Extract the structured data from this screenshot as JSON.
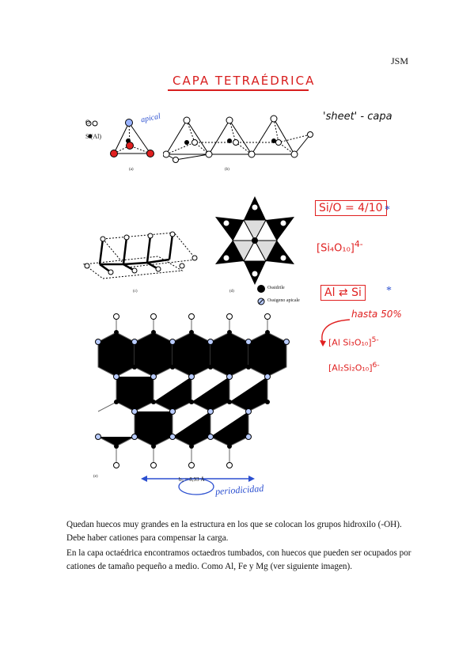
{
  "header": {
    "author": "JSM"
  },
  "figure": {
    "title": "CAPA TETRAÉDRICA",
    "legend_o": "O",
    "legend_si": "Si(Al)",
    "apical_note": "apical",
    "sheet_note": "'sheet' - capa",
    "label_a": "(a)",
    "label_b": "(b)",
    "label_c": "(c)",
    "label_d": "(d)",
    "label_e": "(e)",
    "legend_ossidrile": "Ossidrile",
    "legend_ossigeno": "Ossigeno apicale",
    "b_dimension": "b₀ = 8,93 Å",
    "periodicidad": "periodicidad"
  },
  "notes": {
    "ratio": "Si/O = 4/10",
    "formula1_base": "[Si₄O₁₀]",
    "formula1_charge": "4-",
    "swap_left": "Al",
    "swap_right": "Si",
    "star": "*",
    "hasta": "hasta 50%",
    "formula2_base": "[Al Si₃O₁₀]",
    "formula2_charge": "5-",
    "formula3_base": "[Al₂Si₂O₁₀]",
    "formula3_charge": "6-"
  },
  "colors": {
    "annotation_red": "#e02020",
    "annotation_blue": "#2b4fd0"
  },
  "body": {
    "p1": "Quedan huecos muy grandes en la estructura en los que se colocan los grupos hidroxilo (-OH). Debe haber cationes para compensar la carga.",
    "p2": "En la capa octaédrica encontramos octaedros tumbados, con huecos que pueden ser ocupados por cationes de tamaño pequeño a medio. Como Al, Fe y Mg (ver siguiente imagen)."
  }
}
